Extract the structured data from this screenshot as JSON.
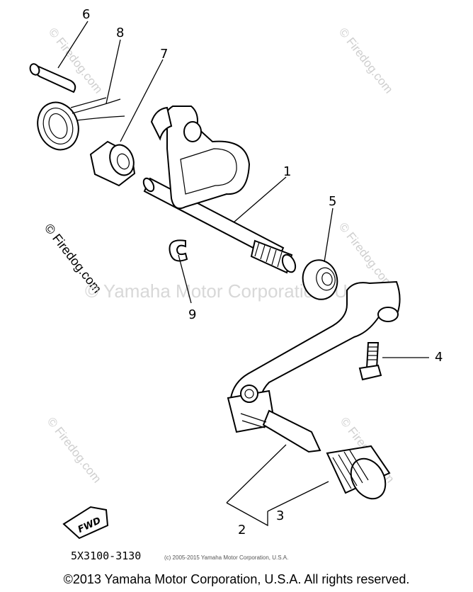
{
  "watermark": {
    "site": "© Firedog.com",
    "center": "© Yamaha Motor Corporation, U.S.A."
  },
  "parts": [
    {
      "id": "1",
      "label": "1"
    },
    {
      "id": "2",
      "label": "2"
    },
    {
      "id": "3",
      "label": "3"
    },
    {
      "id": "4",
      "label": "4"
    },
    {
      "id": "5",
      "label": "5"
    },
    {
      "id": "6",
      "label": "6"
    },
    {
      "id": "7",
      "label": "7"
    },
    {
      "id": "8",
      "label": "8"
    },
    {
      "id": "9",
      "label": "9"
    }
  ],
  "fwd_label": "FWD",
  "diagram_code": "5X3100-3130",
  "small_copyright": "(c) 2005-2015 Yamaha Motor Corporation, U.S.A.",
  "footer": "©2013 Yamaha Motor Corporation, U.S.A. All rights reserved."
}
